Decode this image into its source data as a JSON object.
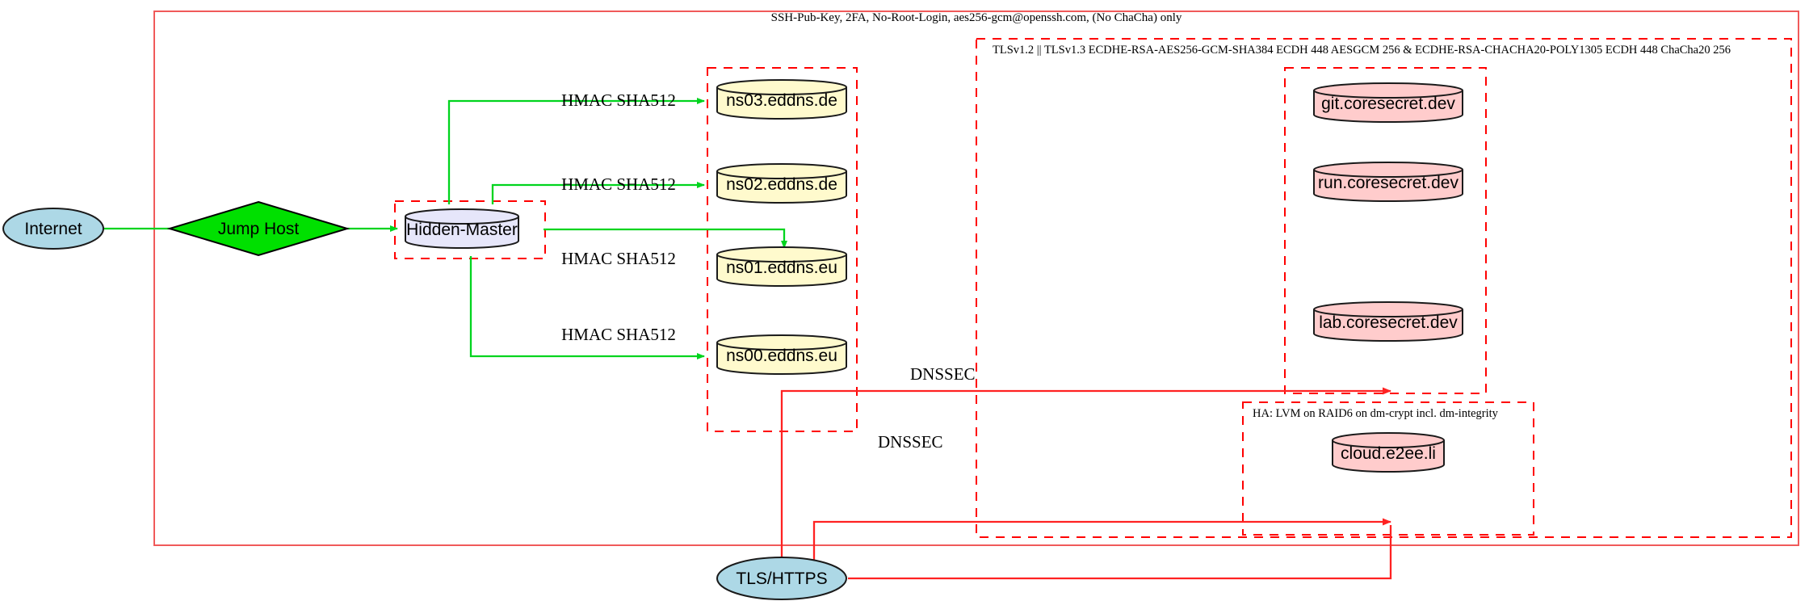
{
  "diagram": {
    "title_labels": {
      "ssh_policy": "SSH-Pub-Key, 2FA, No-Root-Login, aes256-gcm@openssh.com, (No ChaCha) only",
      "tls_policy": "TLSv1.2 || TLSv1.3 ECDHE-RSA-AES256-GCM-SHA384 ECDH 448 AESGCM 256 & ECDHE-RSA-CHACHA20-POLY1305 ECDH 448 ChaCha20 256",
      "ha_policy": "HA: LVM on RAID6 on dm-crypt incl. dm-integrity"
    },
    "nodes": {
      "internet": "Internet",
      "jump_host": "Jump Host",
      "hidden_master": "Hidden-Master",
      "ns03": "ns03.eddns.de",
      "ns02": "ns02.eddns.de",
      "ns01": "ns01.eddns.eu",
      "ns00": "ns00.eddns.eu",
      "git": "git.coresecret.dev",
      "run": "run.coresecret.dev",
      "lab": "lab.coresecret.dev",
      "cloud": "cloud.e2ee.li",
      "tls_https": "TLS/HTTPS"
    },
    "edge_labels": {
      "hmac1": "HMAC SHA512",
      "hmac2": "HMAC SHA512",
      "hmac3": "HMAC SHA512",
      "hmac4": "HMAC SHA512",
      "dnssec1": "DNSSEC",
      "dnssec2": "DNSSEC"
    },
    "colors": {
      "cluster_border": "#ff0000",
      "outer_border": "#f05a5a",
      "green_edge": "#00d41e",
      "red_edge": "#ff2222",
      "ellipse_fill": "#add8e6",
      "diamond_fill": "#00e000",
      "dns_fill": "#fffacd",
      "service_fill": "#ffcccc",
      "master_fill": "#e6e6fa"
    }
  }
}
